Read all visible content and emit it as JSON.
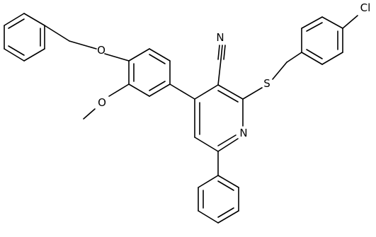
{
  "atoms": {
    "O_benzyloxy": "O",
    "O_methoxy": "O",
    "N_nitrile": "N",
    "N_pyridine": "N",
    "S_thioether": "S",
    "Cl": "Cl"
  }
}
